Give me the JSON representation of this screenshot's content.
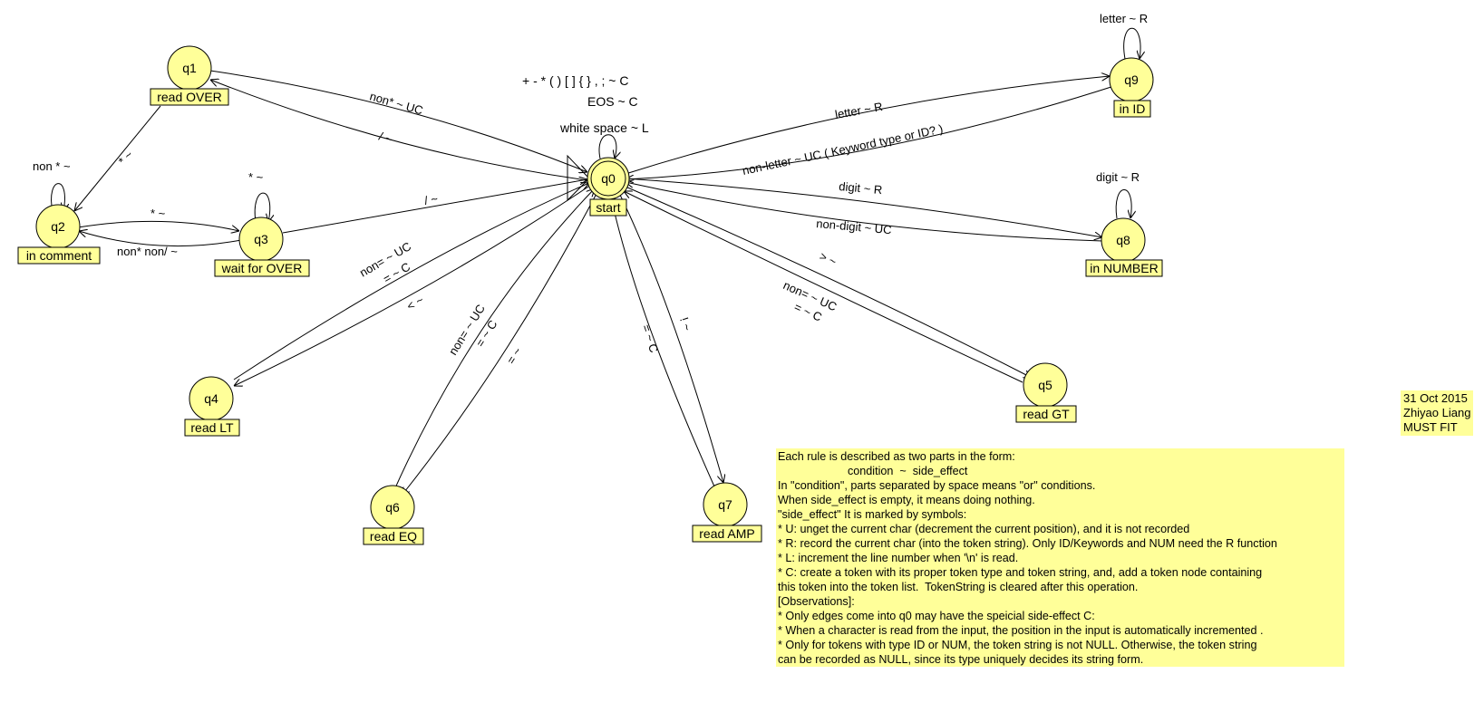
{
  "states": [
    {
      "id": "q0",
      "caption": "start",
      "accept": true
    },
    {
      "id": "q1",
      "caption": "read OVER"
    },
    {
      "id": "q2",
      "caption": "in comment"
    },
    {
      "id": "q3",
      "caption": "wait for OVER"
    },
    {
      "id": "q4",
      "caption": "read LT"
    },
    {
      "id": "q5",
      "caption": "read GT"
    },
    {
      "id": "q6",
      "caption": "read EQ"
    },
    {
      "id": "q7",
      "caption": "read AMP"
    },
    {
      "id": "q8",
      "caption": "in NUMBER"
    },
    {
      "id": "q9",
      "caption": "in ID"
    }
  ],
  "transitions": [
    {
      "from": "q0",
      "to": "q0",
      "label": "white space ~ L"
    },
    {
      "from": "q0",
      "to": "q0",
      "label": "+  -  *  ( ) [ ] { }  , ;   ~  C"
    },
    {
      "from": "q0",
      "to": "q0",
      "label": "EOS ~ C"
    },
    {
      "from": "q1",
      "to": "q0",
      "label": "non* ~ UC"
    },
    {
      "from": "q0",
      "to": "q1",
      "label": "/  ~"
    },
    {
      "from": "q1",
      "to": "q2",
      "label": "* ~"
    },
    {
      "from": "q2",
      "to": "q2",
      "label": "non * ~"
    },
    {
      "from": "q2",
      "to": "q3",
      "label": "* ~"
    },
    {
      "from": "q3",
      "to": "q2",
      "label": "non* non/ ~"
    },
    {
      "from": "q3",
      "to": "q3",
      "label": "* ~"
    },
    {
      "from": "q3",
      "to": "q0",
      "label": "/ ~"
    },
    {
      "from": "q0",
      "to": "q4",
      "label": "< ~"
    },
    {
      "from": "q4",
      "to": "q0",
      "label": "non=  ~ UC"
    },
    {
      "from": "q4",
      "to": "q0",
      "label": "= ~ C"
    },
    {
      "from": "q0",
      "to": "q6",
      "label": "= ~"
    },
    {
      "from": "q6",
      "to": "q0",
      "label": "non= ~ UC"
    },
    {
      "from": "q6",
      "to": "q0",
      "label": "= ~ C"
    },
    {
      "from": "q0",
      "to": "q7",
      "label": "! ~"
    },
    {
      "from": "q7",
      "to": "q0",
      "label": "=  ~ C"
    },
    {
      "from": "q0",
      "to": "q5",
      "label": "> ~"
    },
    {
      "from": "q5",
      "to": "q0",
      "label": "non=  ~ UC"
    },
    {
      "from": "q5",
      "to": "q0",
      "label": "= ~ C"
    },
    {
      "from": "q0",
      "to": "q8",
      "label": "digit ~ R"
    },
    {
      "from": "q8",
      "to": "q0",
      "label": "non-digit ~ UC"
    },
    {
      "from": "q8",
      "to": "q8",
      "label": "digit ~ R"
    },
    {
      "from": "q0",
      "to": "q9",
      "label": "letter ~ R"
    },
    {
      "from": "q9",
      "to": "q0",
      "label": "non-letter ~ UC   ( Keyword type  or  ID? )"
    },
    {
      "from": "q9",
      "to": "q9",
      "label": "letter ~ R"
    }
  ],
  "notes": [
    "Each rule is described as two parts in the form:",
    "                      condition  ~  side_effect",
    "In \"condition\", parts separated by space means \"or\" conditions.",
    "When side_effect is empty, it means doing nothing.",
    "\"side_effect\" It is marked by symbols:",
    "* U: unget the current char (decrement the current position), and it is not recorded",
    "* R: record the current char (into the token string). Only ID/Keywords and NUM need the R function",
    "* L: increment the line number when '\\n' is read.",
    "* C: create a token with its proper token type and token string, and, add a token node containing",
    "this token into the token list.  TokenString is cleared after this operation.",
    "[Observations]:",
    "* Only edges come into q0 may have the speicial side-effect C:",
    "* When a character is read from the input, the position in the input is automatically incremented .",
    "* Only for tokens with type ID or NUM, the token string is not NULL. Otherwise, the token string",
    "can be recorded as NULL, since its type uniquely decides its string form."
  ],
  "meta": [
    "31 Oct 2015",
    "Zhiyao Liang",
    "MUST FIT"
  ],
  "colors": {
    "node_fill": "#ffff99",
    "note_fill": "#ffff99",
    "stroke": "#000000"
  }
}
